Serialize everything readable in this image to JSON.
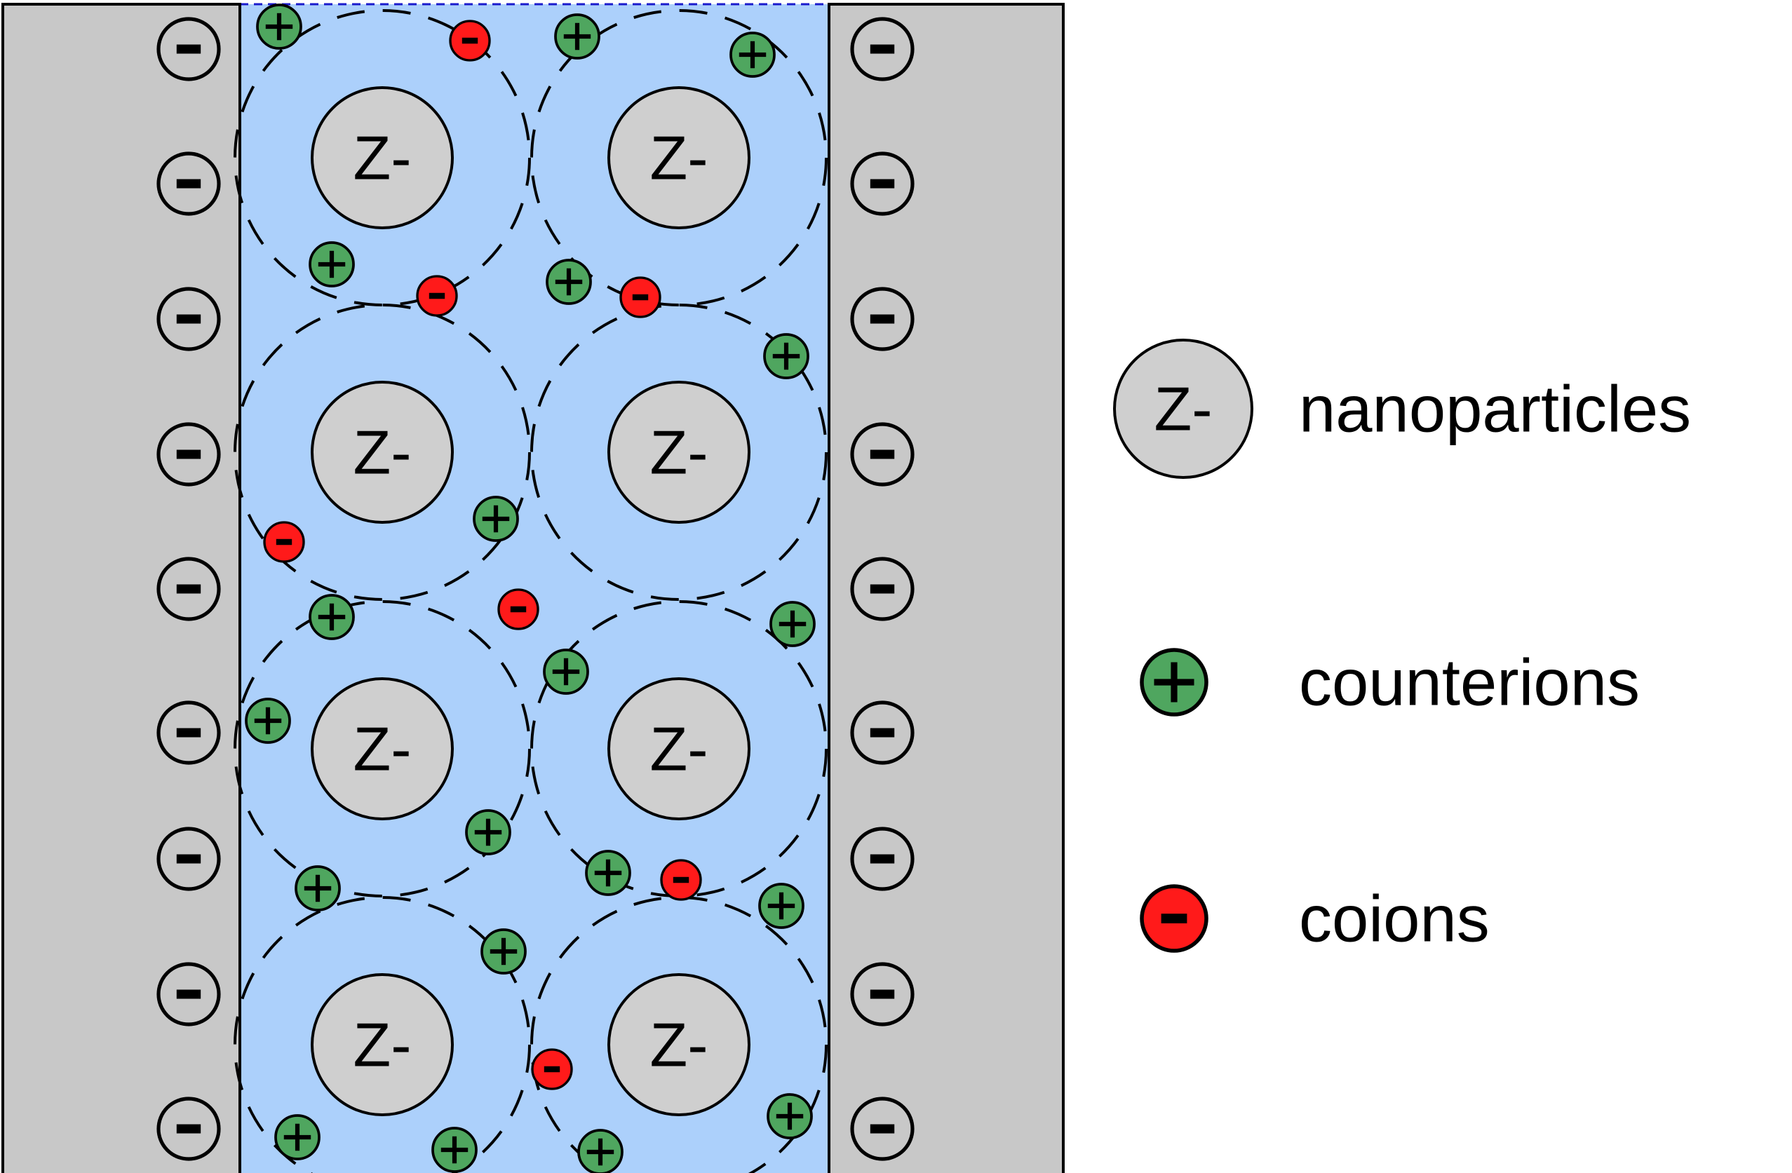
{
  "colors": {
    "wall": "#c8c8c8",
    "fluid": "#acd0fb",
    "nanoparticle": "#cfcfcf",
    "counterion": "#4fa65f",
    "coion": "#ff1a1a",
    "stroke": "#000000",
    "border_dash": "#1a1acc"
  },
  "glyphs": {
    "plus": "+",
    "minus": "−"
  },
  "nanoparticle_label": "Z-",
  "legend": {
    "nanoparticle_symbol": "Z-",
    "nanoparticles": "nanoparticles",
    "counterions": "counterions",
    "coions": "coions"
  },
  "icons": {
    "wall_charge": "minus-circle-icon",
    "counterion": "green-plus-circle-icon",
    "coion": "red-minus-circle-icon",
    "nanoparticle": "gray-circle-icon"
  }
}
